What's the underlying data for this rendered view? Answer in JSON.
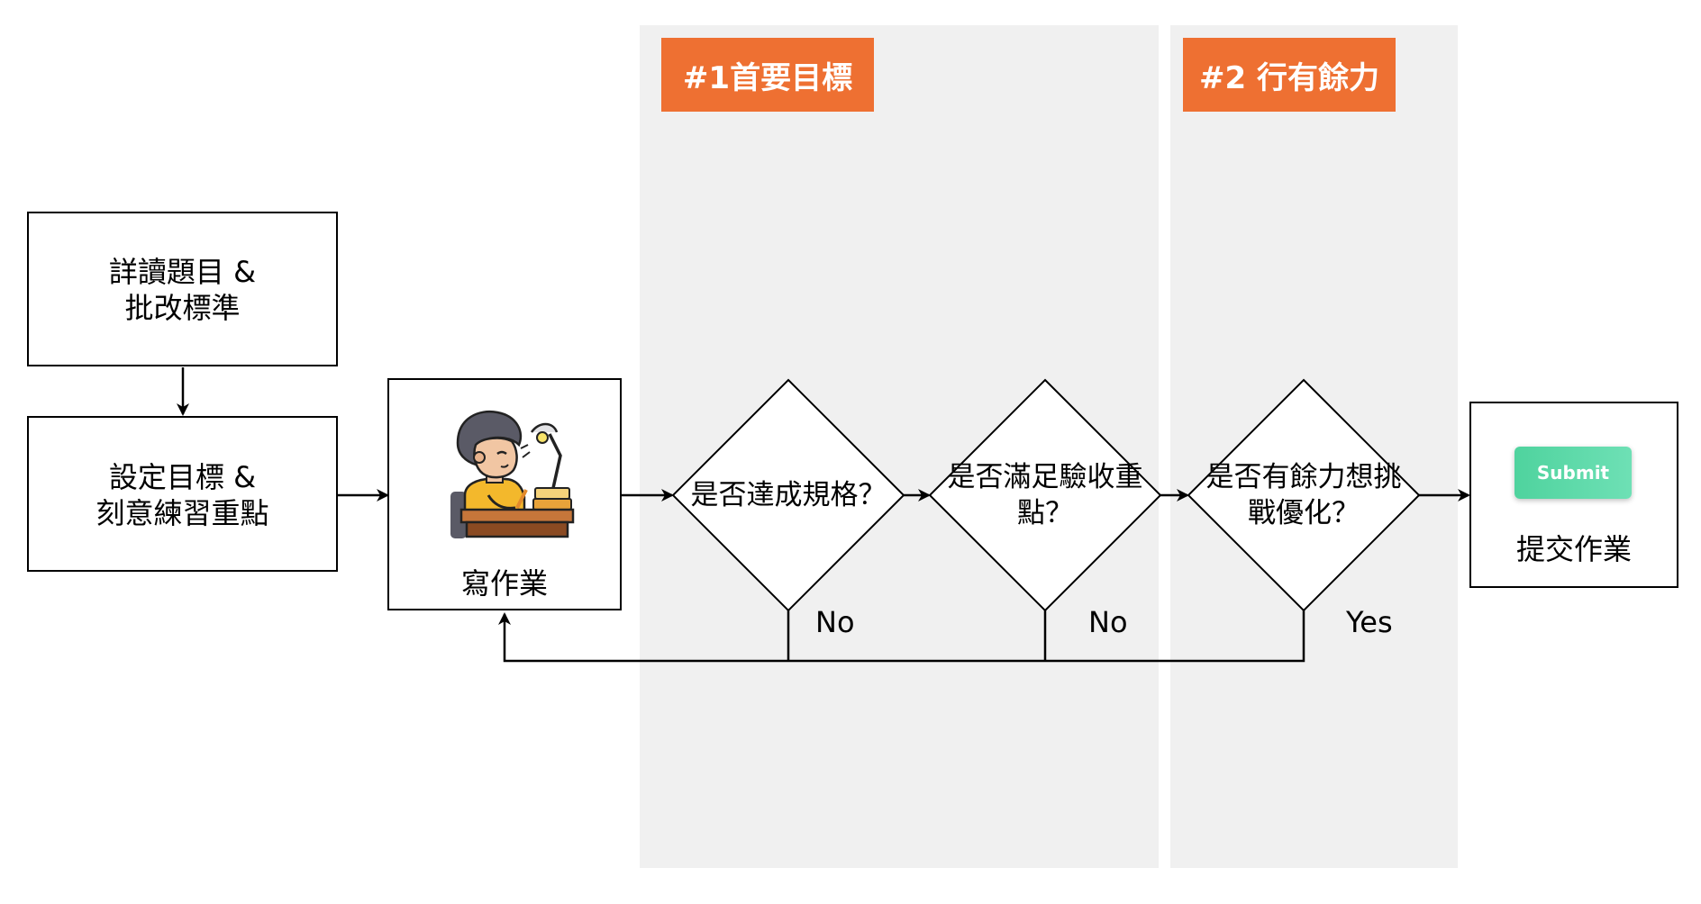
{
  "lanes": {
    "primary": {
      "label": "#1首要目標"
    },
    "secondary": {
      "label": "#2 行有餘力"
    }
  },
  "nodes": {
    "read_task": {
      "line1": "詳讀題目 &",
      "line2": "批改標準"
    },
    "set_goal": {
      "line1": "設定目標 &",
      "line2": "刻意練習重點"
    },
    "write_homework": {
      "label": "寫作業",
      "icon": "student-writing-icon"
    },
    "meet_spec": {
      "line1": "是否達成規格？"
    },
    "meet_acceptance": {
      "line1": "是否滿足驗收重",
      "line2": "點？"
    },
    "optimize": {
      "line1": "是否有餘力想挑",
      "line2": "戰優化？"
    },
    "submit_homework": {
      "button": "Submit",
      "label": "提交作業"
    }
  },
  "edges": {
    "meet_spec_no": "No",
    "meet_acceptance_no": "No",
    "optimize_yes": "Yes"
  },
  "colors": {
    "lane_bg": "#f0f0f0",
    "lane_tag": "#ee7032",
    "submit_button": "#5cd9a8",
    "line": "#000000"
  }
}
